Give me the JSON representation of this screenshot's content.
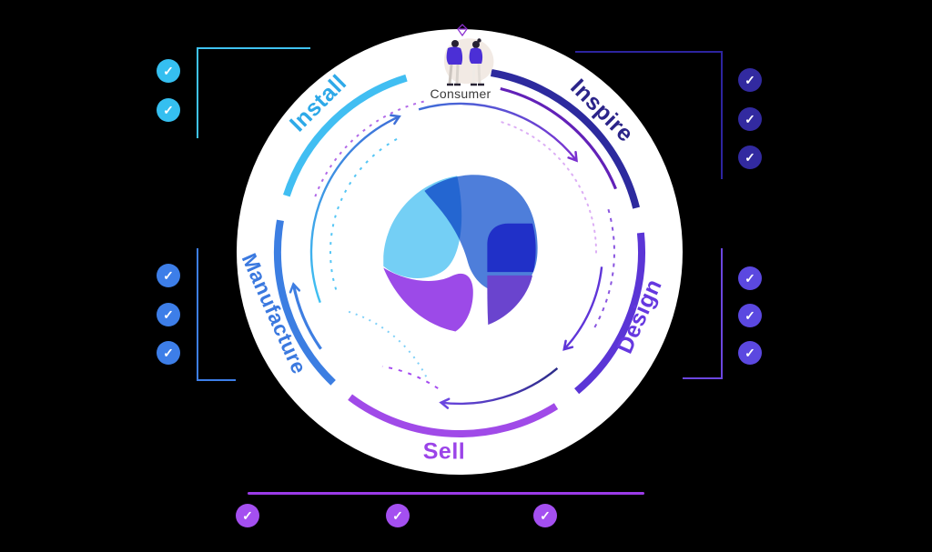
{
  "diagram_title": "",
  "consumer": {
    "label": "Consumer"
  },
  "flow_direction": "clockwise",
  "stages": [
    {
      "id": "install",
      "label": "Install",
      "text_color": "#2ea9e8",
      "arc_color": "#41bef2"
    },
    {
      "id": "inspire",
      "label": "Inspire",
      "text_color": "#2b2489",
      "arc_color": "#2d2a9e"
    },
    {
      "id": "design",
      "label": "Design",
      "text_color": "#6638e0",
      "arc_color": "#5b35d6"
    },
    {
      "id": "sell",
      "label": "Sell",
      "text_color": "#9b44e8",
      "arc_color": "#a04ae8"
    },
    {
      "id": "manufacture",
      "label": "Manufacture",
      "text_color": "#3b79df",
      "arc_color": "#3c7ee2"
    }
  ],
  "icons": {
    "check": "✓"
  },
  "checklists": [
    {
      "position": "top-left",
      "color": "#35bff0",
      "items": 2
    },
    {
      "position": "top-right",
      "color": "#322aa0",
      "items": 3
    },
    {
      "position": "mid-left",
      "color": "#3d7ee8",
      "items": 3
    },
    {
      "position": "mid-right",
      "color": "#5b48e0",
      "items": 3
    },
    {
      "position": "bottom",
      "color": "#a44ff0",
      "items": 3
    }
  ],
  "colors": {
    "background": "#000000",
    "disc": "#ffffff",
    "bottom_line": "#9b3be8",
    "logo": [
      "#74cff5",
      "#4e7eda",
      "#2030c8",
      "#6a44ce",
      "#9c4ae8"
    ]
  }
}
